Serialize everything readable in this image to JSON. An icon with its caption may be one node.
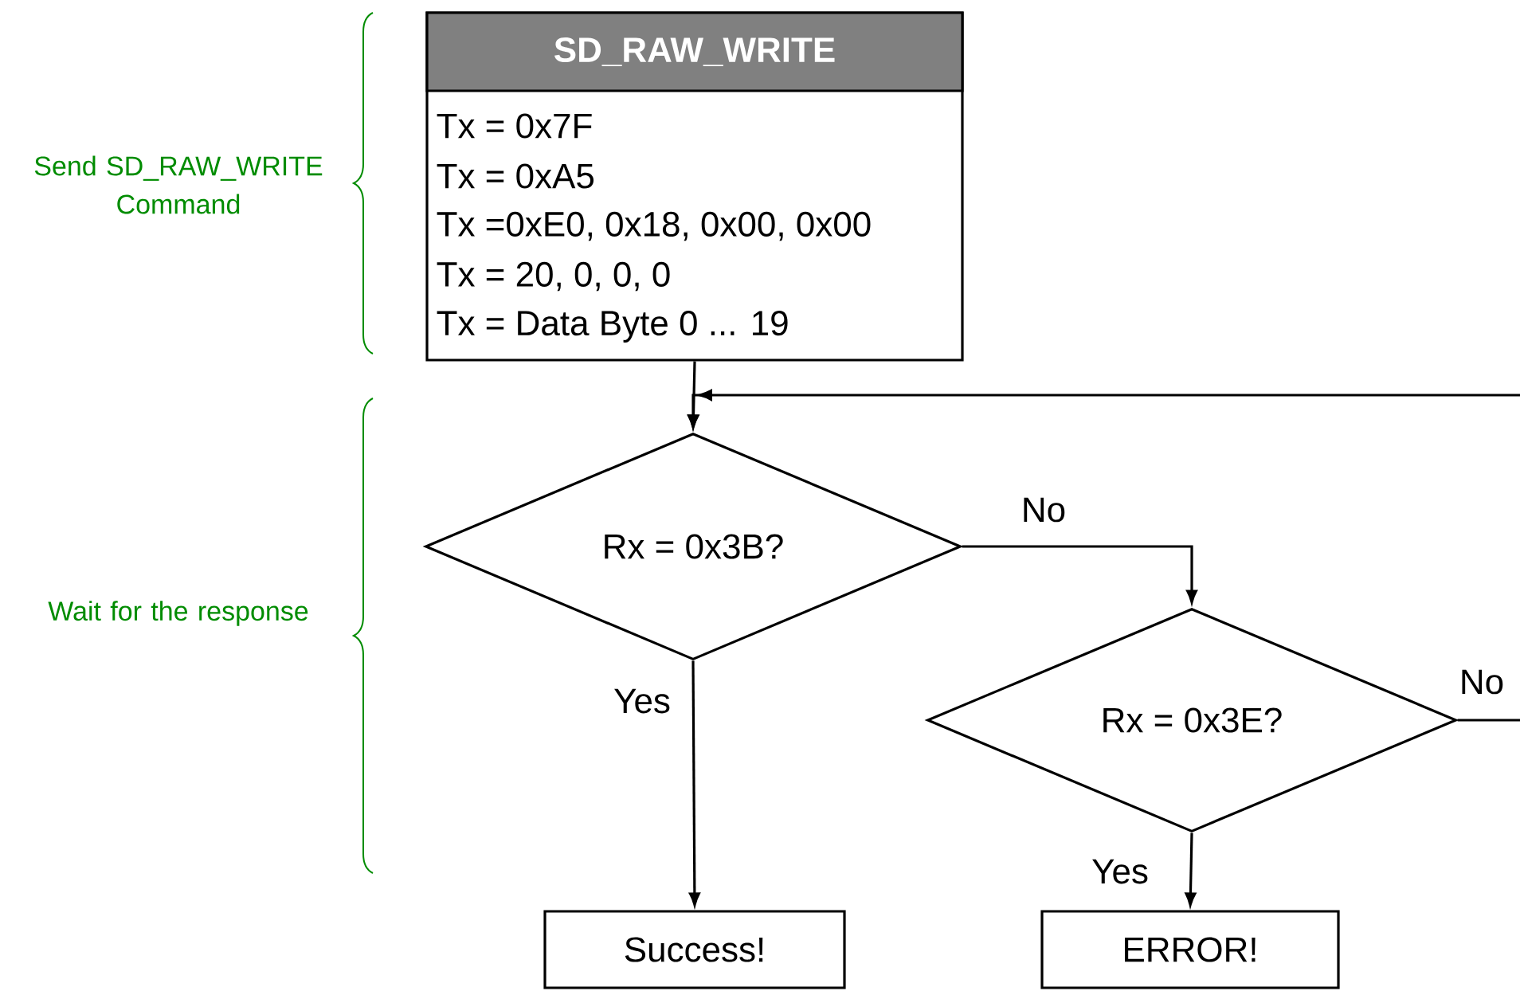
{
  "diagram": {
    "nodes": [
      {
        "text": [
          "SD_RAW_WRITE",
          "Tx = 0x7F",
          "Tx = 0xA5",
          "Tx =0xE0, 0x18, 0x00, 0x00",
          "Tx = 20, 0, 0, 0",
          "Tx = Data Byte 0 ... 19"
        ]
      },
      {
        "text": [
          "Rx = 0x3B?"
        ]
      },
      {
        "text": [
          "Rx = 0x3E?"
        ]
      },
      {
        "text": [
          "Success!"
        ]
      },
      {
        "text": [
          "ERROR!"
        ]
      }
    ],
    "edges": [
      {
        "from": 0,
        "to": 1,
        "arrow": "to"
      },
      {
        "from": 1,
        "to": 2,
        "arrow": "to",
        "label": "No"
      },
      {
        "from": 1,
        "to": 3,
        "arrow": "to",
        "label": "Yes"
      },
      {
        "from": 2,
        "to": 4,
        "arrow": "to",
        "label": "Yes"
      },
      {
        "from": 2,
        "to": null,
        "arrow": "none",
        "label": "No"
      },
      {
        "from": null,
        "to": 1,
        "arrow": "to"
      }
    ],
    "labels": [
      "Send SD_RAW_WRITE Command",
      "Wait for the response"
    ]
  }
}
